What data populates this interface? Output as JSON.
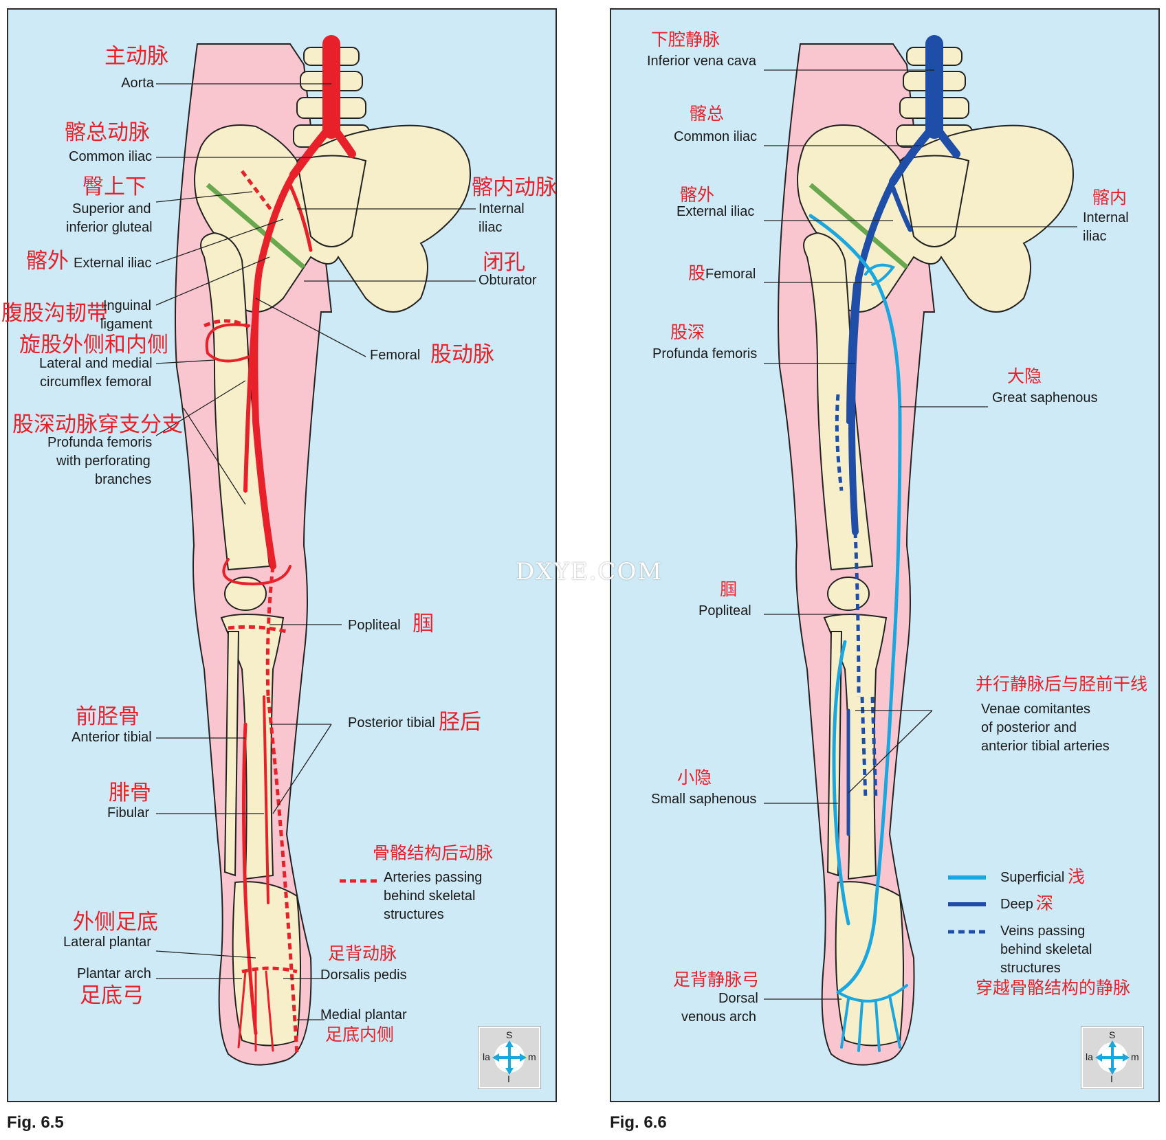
{
  "watermark": "DXYE.COM",
  "fig_a": {
    "caption": "Fig. 6.5",
    "labels": {
      "aorta_zh": "主动脉",
      "aorta_en": "Aorta",
      "common_iliac_zh": "髂总动脉",
      "common_iliac_en": "Common iliac",
      "sup_inf_gluteal_zh": "臀上下",
      "sup_inf_gluteal_en_1": "Superior and",
      "sup_inf_gluteal_en_2": "inferior gluteal",
      "external_iliac_zh": "髂外",
      "external_iliac_en": "External iliac",
      "inguinal_zh": "腹股沟韧带",
      "inguinal_en_1": "Inguinal",
      "inguinal_en_2": "ligament",
      "circumflex_zh": "旋股外侧和内侧",
      "circumflex_en_1": "Lateral and medial",
      "circumflex_en_2": "circumflex femoral",
      "profunda_zh": "股深动脉穿支分支",
      "profunda_en_1": "Profunda femoris",
      "profunda_en_2": "with perforating",
      "profunda_en_3": "branches",
      "internal_iliac_zh": "髂内动脉",
      "internal_iliac_en_1": "Internal",
      "internal_iliac_en_2": "iliac",
      "obturator_zh": "闭孔",
      "obturator_en": "Obturator",
      "femoral_en": "Femoral",
      "femoral_zh": "股动脉",
      "popliteal_en": "Popliteal",
      "popliteal_zh": "腘",
      "anterior_tibial_zh": "前胫骨",
      "anterior_tibial_en": "Anterior tibial",
      "posterior_tibial_en": "Posterior tibial",
      "posterior_tibial_zh": "胫后",
      "fibular_zh": "腓骨",
      "fibular_en": "Fibular",
      "lateral_plantar_zh": "外侧足底",
      "lateral_plantar_en": "Lateral plantar",
      "plantar_arch_en": "Plantar arch",
      "plantar_arch_zh": "足底弓",
      "dorsalis_pedis_zh": "足背动脉",
      "dorsalis_pedis_en": "Dorsalis pedis",
      "medial_plantar_en": "Medial plantar",
      "medial_plantar_zh": "足底内侧"
    },
    "legend": {
      "title_zh": "骨骼结构后动脉",
      "text_1": "Arteries passing",
      "text_2": "behind skeletal",
      "text_3": "structures",
      "color": "#e8202a"
    }
  },
  "fig_b": {
    "caption": "Fig. 6.6",
    "labels": {
      "ivc_zh": "下腔静脉",
      "ivc_en": "Inferior vena cava",
      "common_iliac_zh": "髂总",
      "common_iliac_en": "Common iliac",
      "external_iliac_zh": "髂外",
      "external_iliac_en": "External iliac",
      "femoral_zh": "股",
      "femoral_en": "Femoral",
      "profunda_zh": "股深",
      "profunda_en": "Profunda femoris",
      "internal_iliac_zh": "髂内",
      "internal_iliac_en_1": "Internal",
      "internal_iliac_en_2": "iliac",
      "great_saphenous_zh": "大隐",
      "great_saphenous_en": "Great saphenous",
      "popliteal_zh": "腘",
      "popliteal_en": "Popliteal",
      "venae_zh": "并行静脉后与胫前干线",
      "venae_en_1": "Venae comitantes",
      "venae_en_2": "of posterior and",
      "venae_en_3": "anterior tibial arteries",
      "small_saphenous_zh": "小隐",
      "small_saphenous_en": "Small saphenous",
      "dorsal_arch_zh": "足背静脉弓",
      "dorsal_arch_en_1": "Dorsal",
      "dorsal_arch_en_2": "venous arch"
    },
    "legend": {
      "superficial_en": "Superficial",
      "superficial_zh": "浅",
      "deep_en": "Deep",
      "deep_zh": "深",
      "passing_1": "Veins passing",
      "passing_2": "behind skeletal",
      "passing_3": "structures",
      "passing_zh": "穿越骨骼结构的静脉",
      "superficial_color": "#1aa7e0",
      "deep_color": "#1f4ea8"
    }
  },
  "compass": {
    "s": "S",
    "i": "I",
    "la": "la",
    "m": "m"
  },
  "colors": {
    "panel_bg": "#cdeaf6",
    "skin": "#f9c6d0",
    "bone": "#f7efc9",
    "artery": "#e8202a",
    "vein_deep": "#1f4ea8",
    "vein_superficial": "#1aa7e0"
  }
}
